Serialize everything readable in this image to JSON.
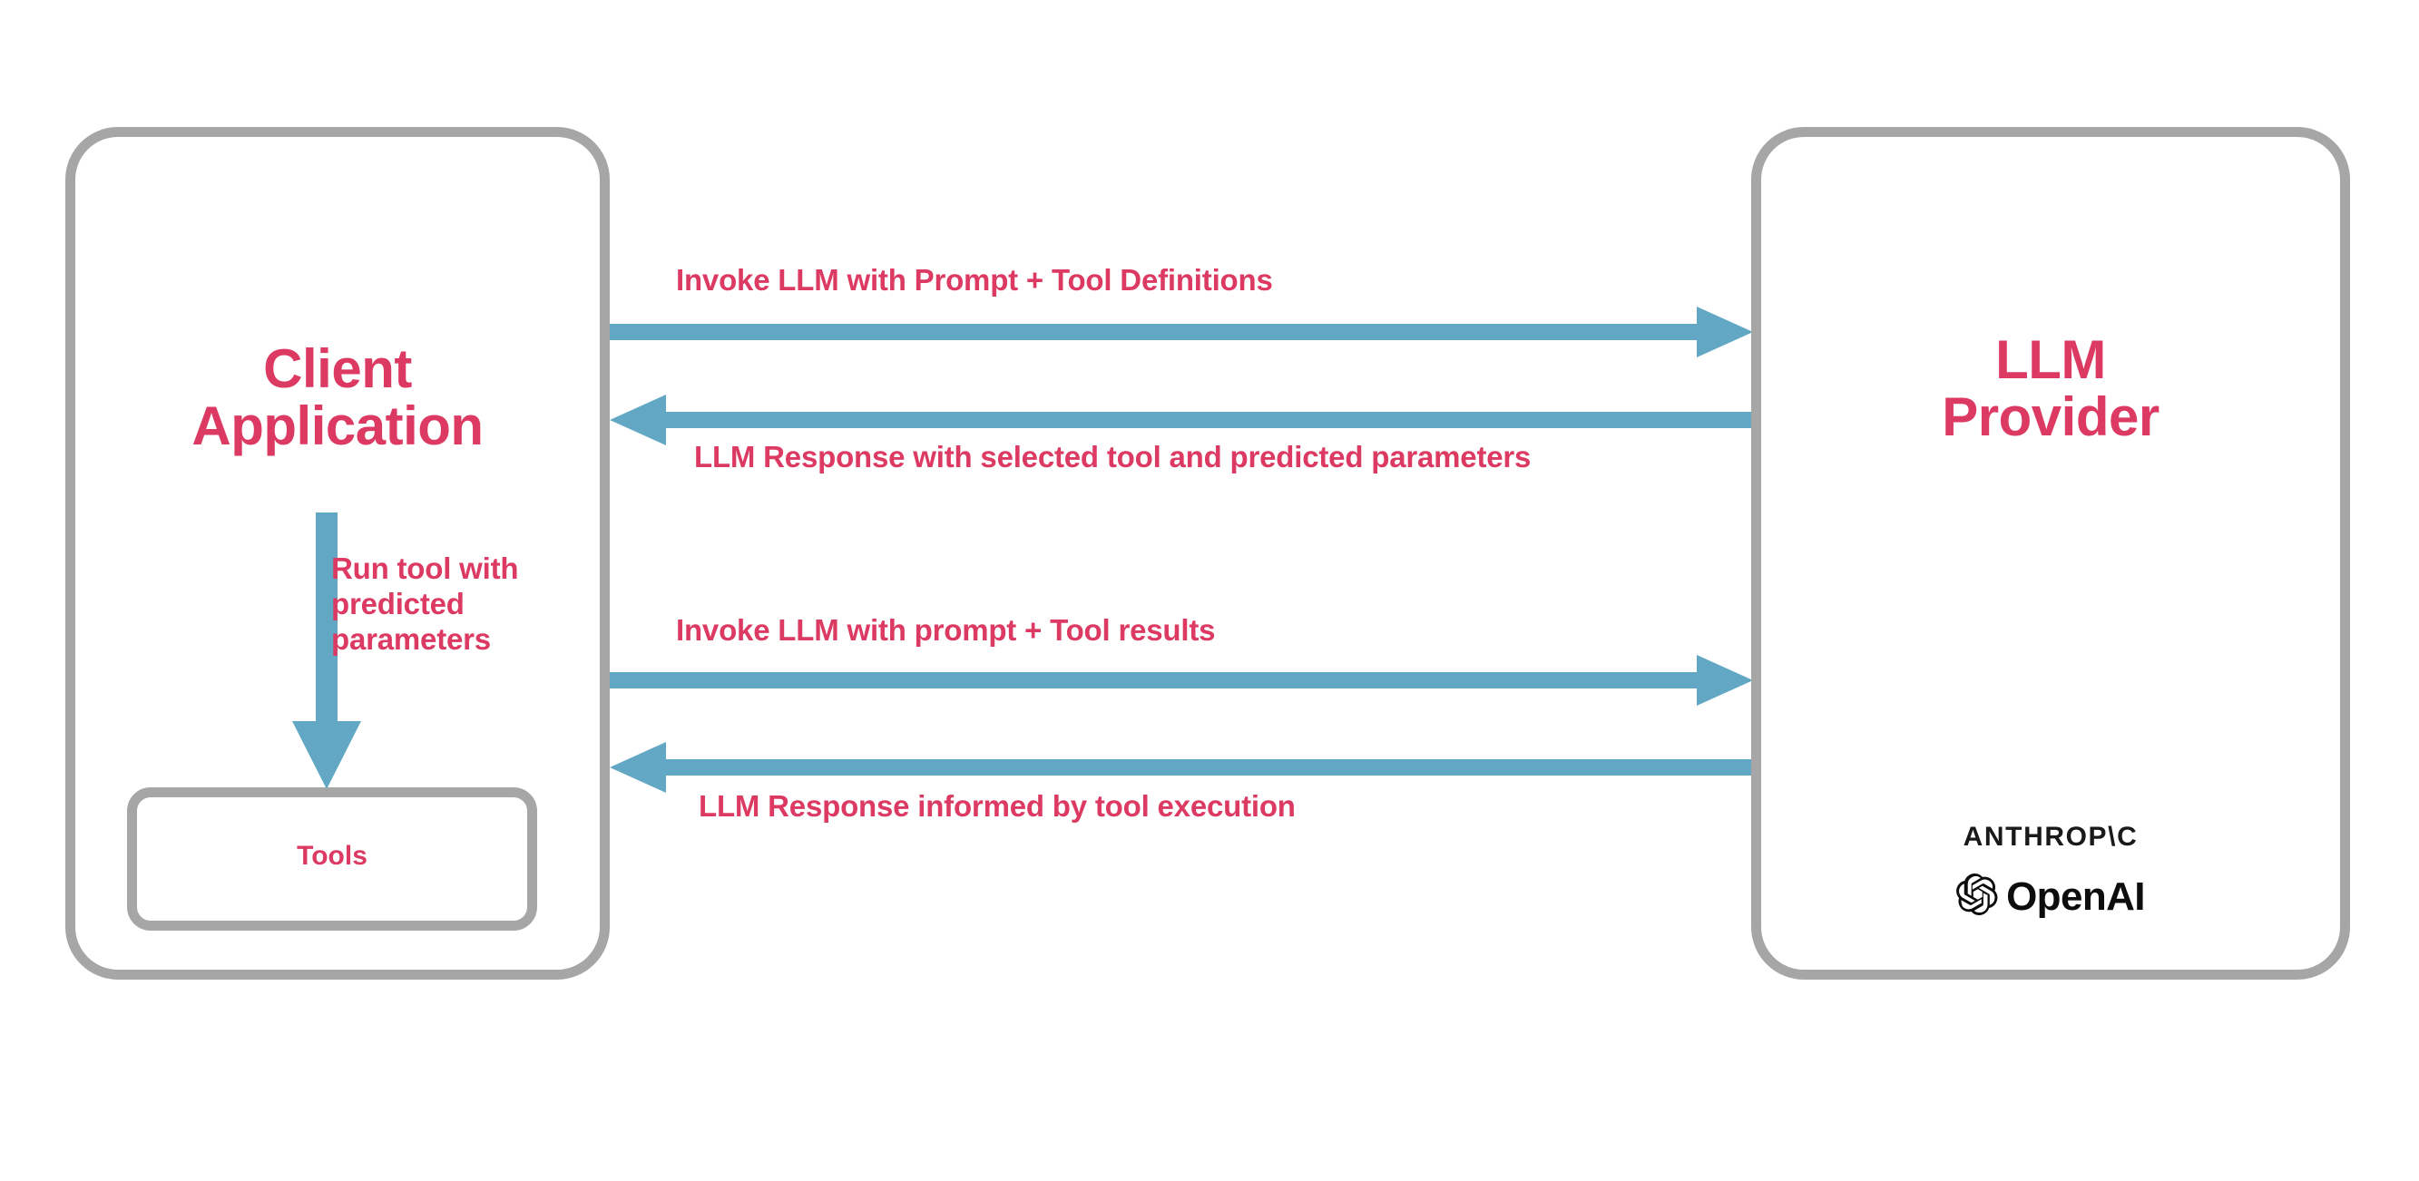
{
  "diagram": {
    "title": "LLM tool-use interaction flow",
    "colors": {
      "accent_text": "#dc3a63",
      "arrow": "#62a8c4",
      "box_border": "#a6a6a6",
      "background": "#ffffff",
      "logo_text": "#191918"
    }
  },
  "client": {
    "title_line1": "Client",
    "title_line2": "Application",
    "tools_label": "Tools",
    "internal_arrow_label": "Run tool with predicted parameters",
    "internal_arrow_icon": "down-arrow-icon"
  },
  "provider": {
    "title_line1": "LLM",
    "title_line2": "Provider",
    "logos": [
      {
        "name": "anthropic-logo",
        "text": "ANTHROP\\C"
      },
      {
        "name": "openai-logo",
        "text": "OpenAI",
        "icon": "openai-knot-icon"
      }
    ]
  },
  "messages": [
    {
      "id": "invoke-llm-prompt-tools",
      "label": "Invoke LLM with Prompt + Tool Definitions",
      "direction": "right",
      "icon": "right-arrow-icon"
    },
    {
      "id": "llm-response-selected-tool",
      "label": "LLM Response with selected tool and predicted parameters",
      "direction": "left",
      "icon": "left-arrow-icon"
    },
    {
      "id": "invoke-llm-tool-results",
      "label": "Invoke LLM with prompt + Tool results",
      "direction": "right",
      "icon": "right-arrow-icon"
    },
    {
      "id": "llm-response-informed",
      "label": "LLM Response informed by tool execution",
      "direction": "left",
      "icon": "left-arrow-icon"
    }
  ]
}
